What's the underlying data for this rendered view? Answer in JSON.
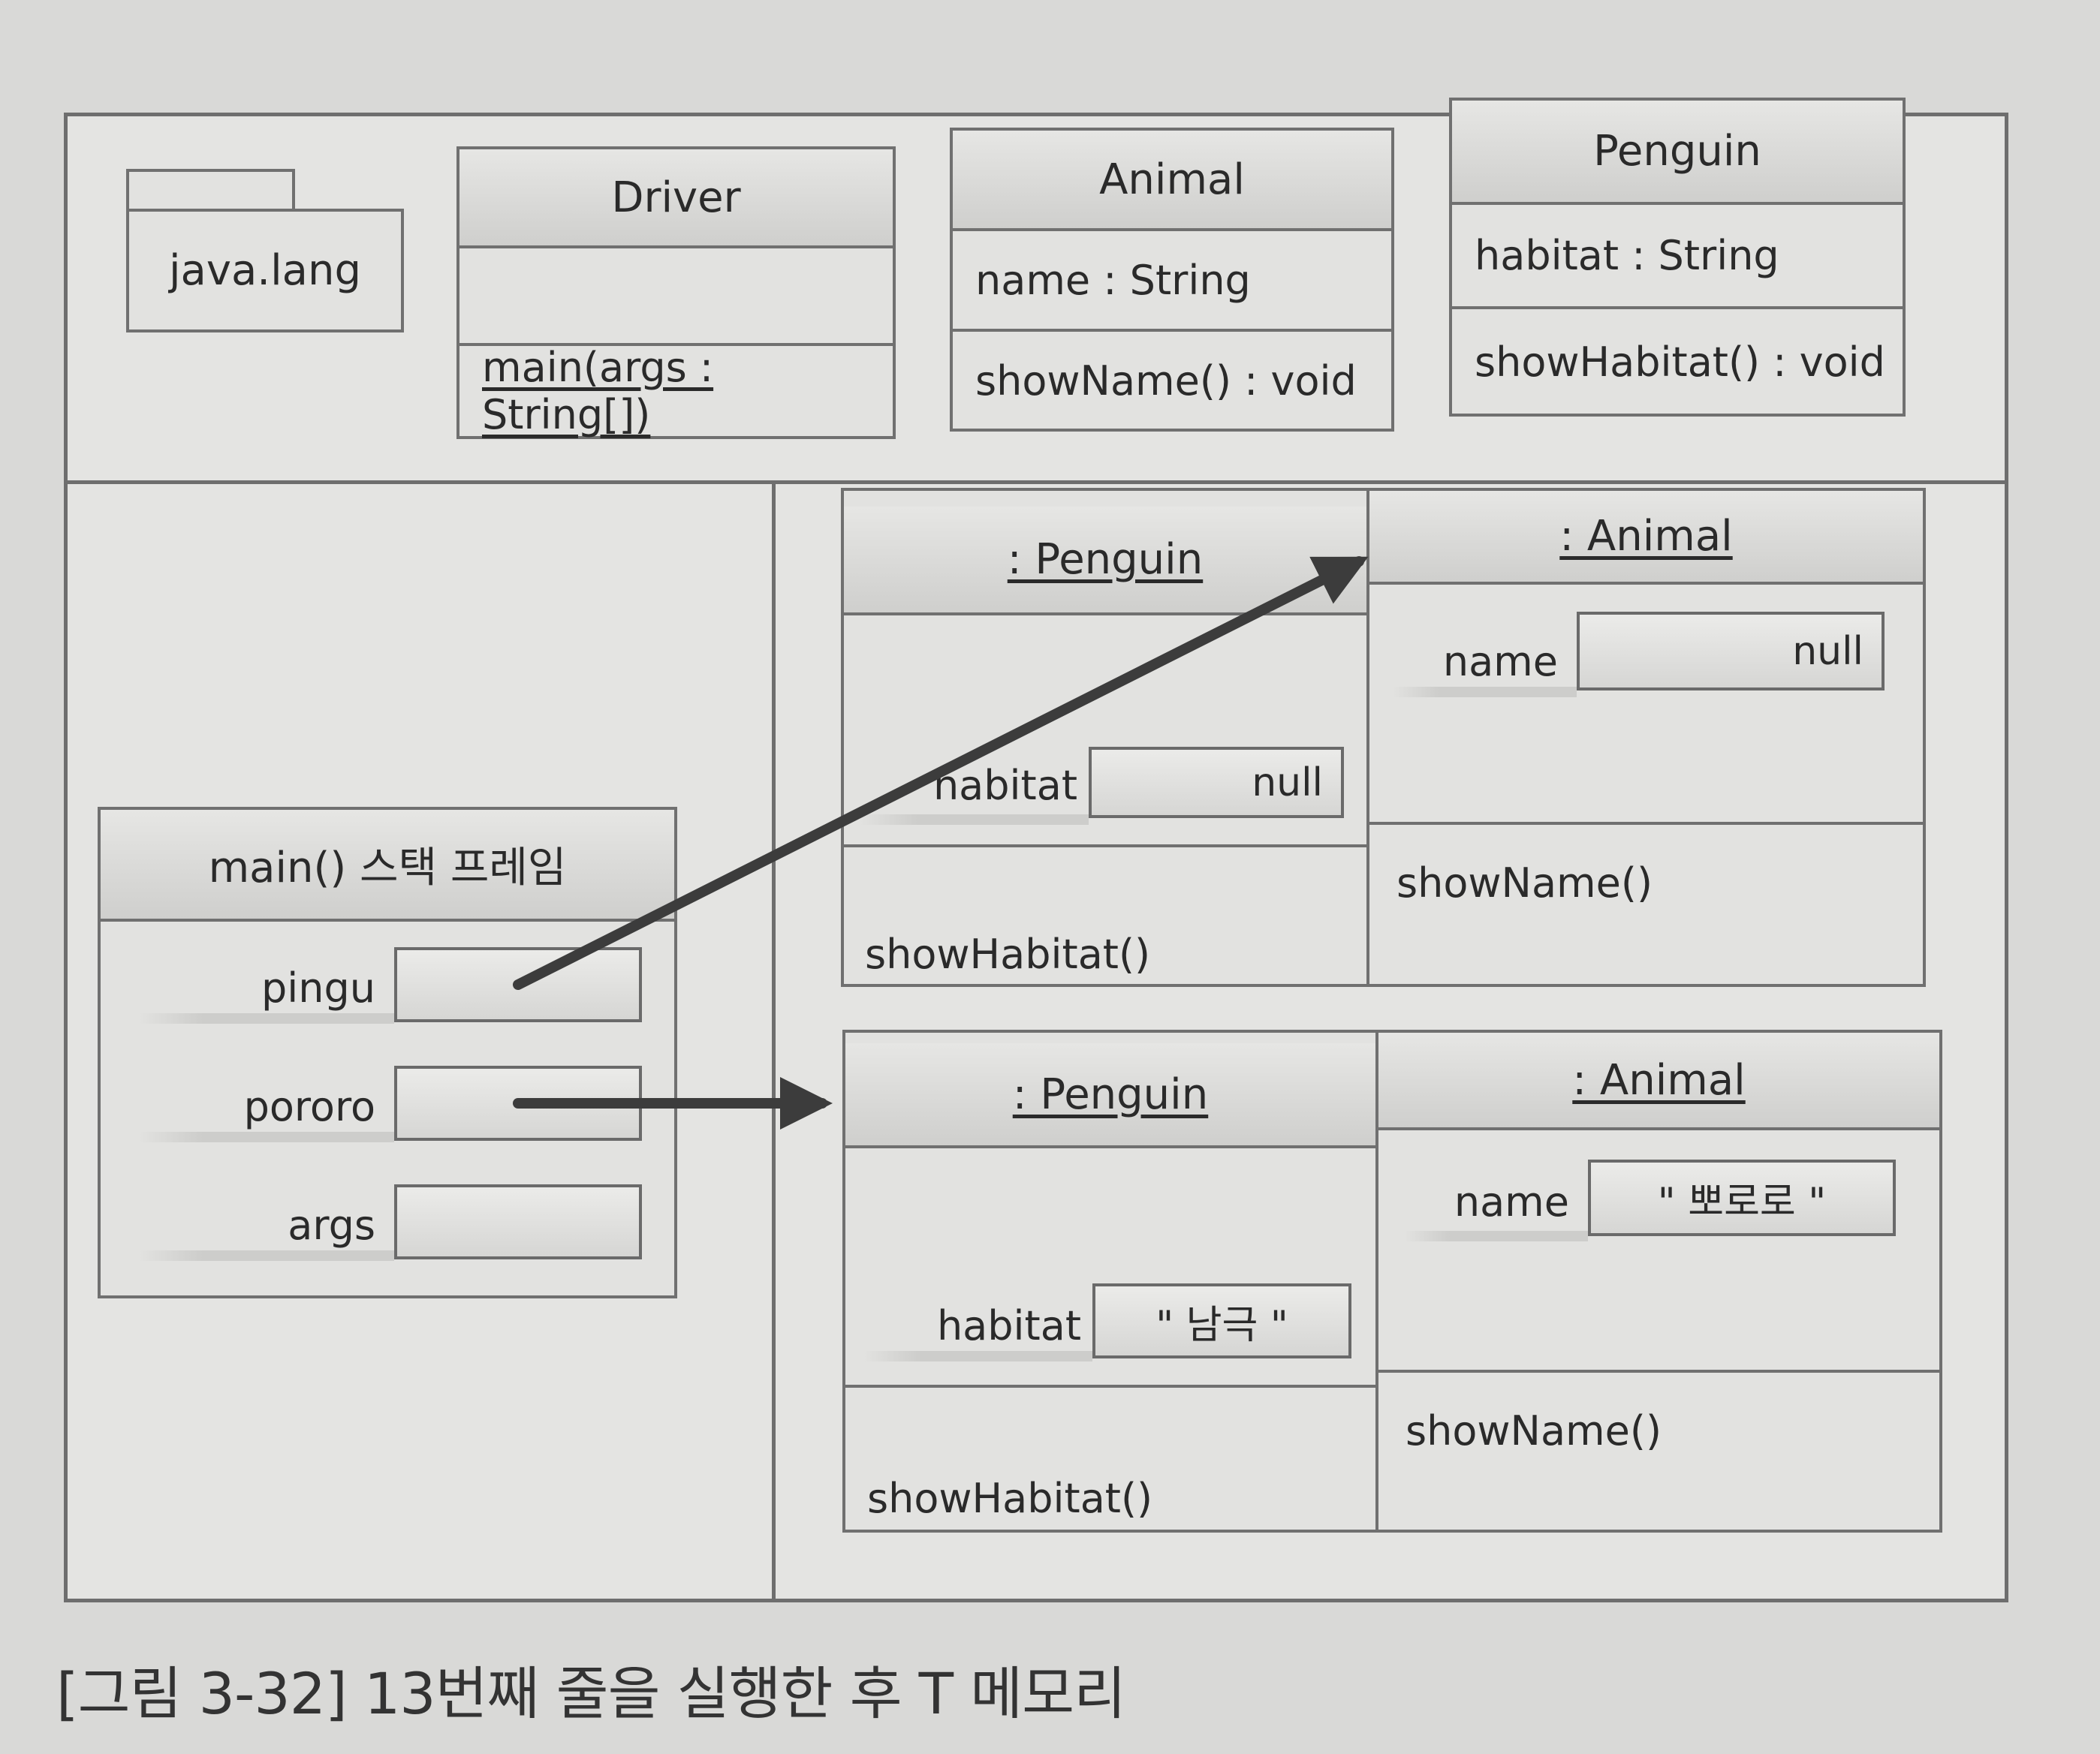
{
  "classes": {
    "package": "java.lang",
    "driver": {
      "name": "Driver",
      "method": "main(args : String[])"
    },
    "animal": {
      "name": "Animal",
      "field": "name : String",
      "method": "showName() : void"
    },
    "penguin": {
      "name": "Penguin",
      "field": "habitat : String",
      "method": "showHabitat() : void"
    }
  },
  "stack": {
    "title": "main() 스택 프레임",
    "vars": [
      "pingu",
      "pororo",
      "args"
    ]
  },
  "heap": [
    {
      "penguin_title": ": Penguin",
      "animal_title": ": Animal",
      "habitat_label": "habitat",
      "habitat_value": "null",
      "name_label": "name",
      "name_value": "null",
      "show_habitat": "showHabitat()",
      "show_name": "showName()"
    },
    {
      "penguin_title": ": Penguin",
      "animal_title": ": Animal",
      "habitat_label": "habitat",
      "habitat_value": "\" 남극 \"",
      "name_label": "name",
      "name_value": "\" 뽀로로 \"",
      "show_habitat": "showHabitat()",
      "show_name": "showName()"
    }
  ],
  "caption": "[그림 3-32] 13번째 줄을 실행한 후 T 메모리"
}
